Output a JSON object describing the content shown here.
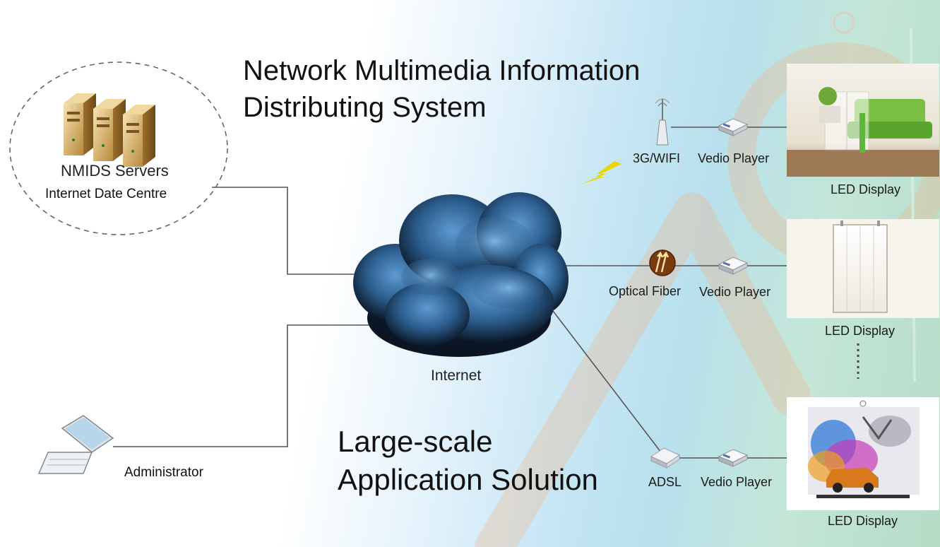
{
  "title": {
    "line1": "Network Multimedia Information",
    "line2": "Distributing System"
  },
  "subtitle": {
    "line1": "Large-scale",
    "line2": "Application Solution"
  },
  "servers": {
    "name": "NMIDS Servers",
    "location": "Internet Date Centre"
  },
  "internet_label": "Internet",
  "administrator_label": "Administrator",
  "connections": [
    {
      "link": "3G/WIFI",
      "player": "Vedio Player",
      "display": "LED Display"
    },
    {
      "link": "Optical Fiber",
      "player": "Vedio Player",
      "display": "LED Display"
    },
    {
      "link": "ADSL",
      "player": "Vedio Player",
      "display": "LED Display"
    }
  ],
  "colors": {
    "cloud_dark": "#0d1c2e",
    "cloud_light": "#4f8ec5",
    "line": "#555555",
    "bolt": "#e8d800",
    "fiber_icon": "#7a3a10",
    "watermark": "#f2b48a"
  }
}
